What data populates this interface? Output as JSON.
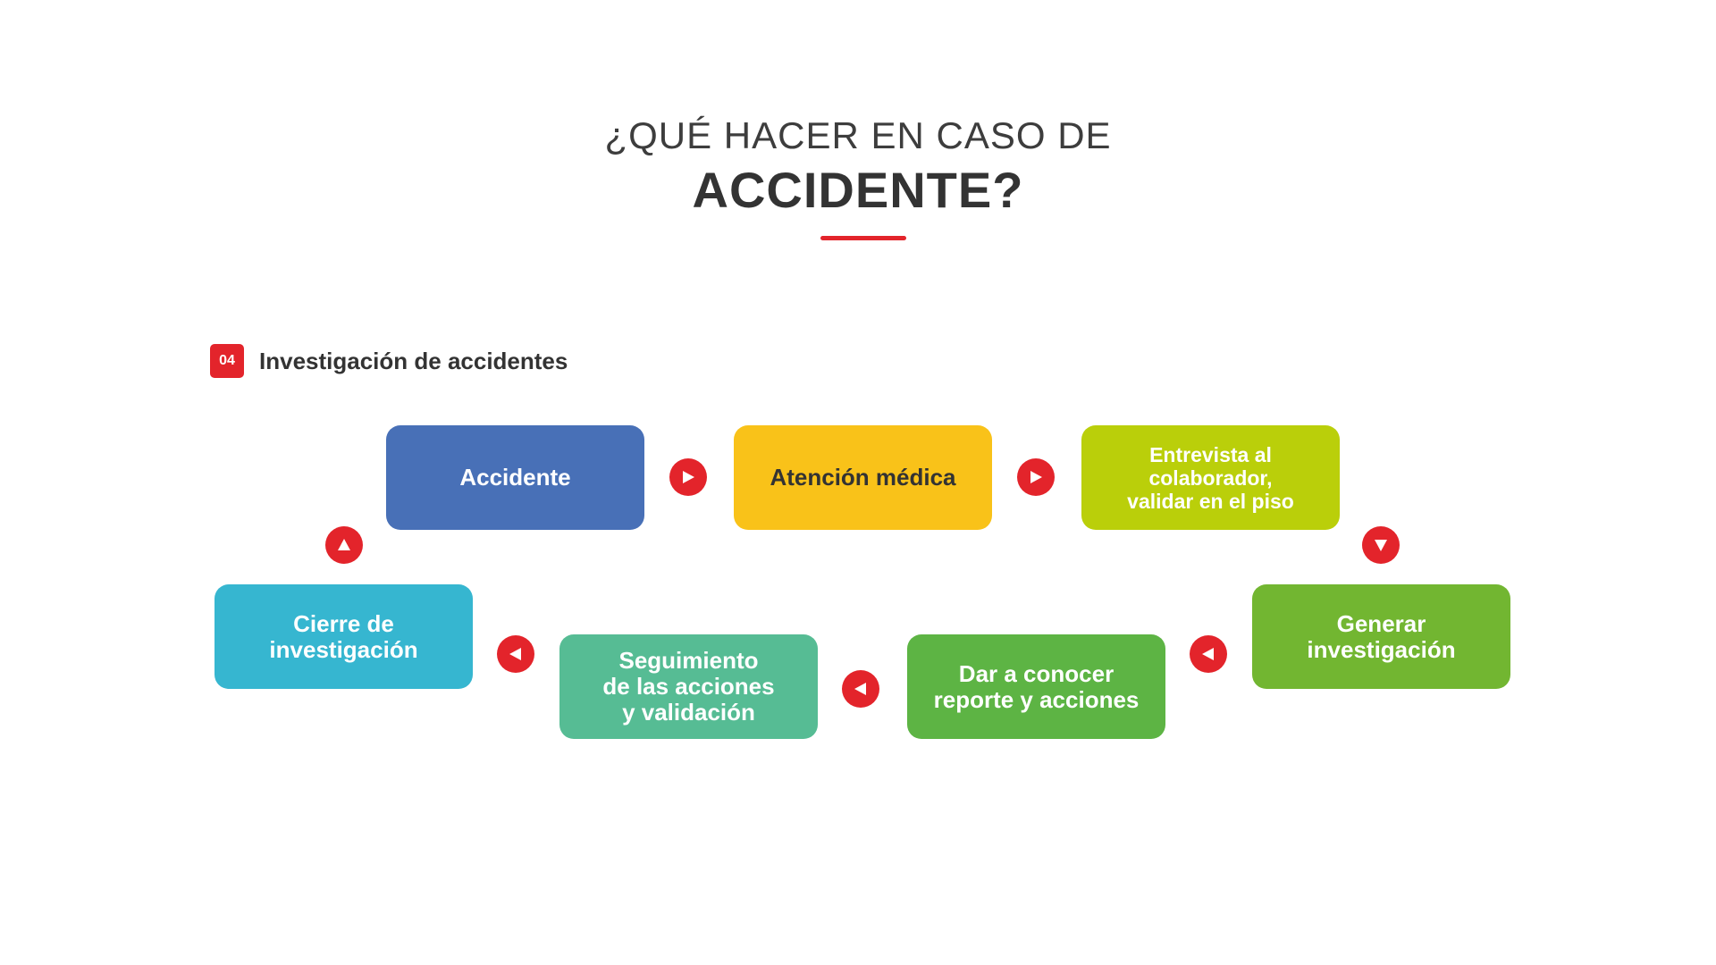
{
  "header": {
    "title_line1": "¿QUÉ HACER EN CASO DE",
    "title_line2": "ACCIDENTE?",
    "accent_color": "#e3242b"
  },
  "section": {
    "number": "04",
    "title": "Investigación de accidentes"
  },
  "steps": [
    {
      "label": "Accidente",
      "color": "#4870b7"
    },
    {
      "label": "Atención médica",
      "color": "#f9c219"
    },
    {
      "label": "Entrevista al\ncolaborador,\nvalidar en el piso",
      "color": "#bacf0a"
    },
    {
      "label": "Generar\ninvestigación",
      "color": "#72b631"
    },
    {
      "label": "Dar a conocer\nreporte y acciones",
      "color": "#5db444"
    },
    {
      "label": "Seguimiento\nde las acciones\ny validación",
      "color": "#56bc94"
    },
    {
      "label": "Cierre de\ninvestigación",
      "color": "#36b6d0"
    }
  ],
  "connectors": [
    {
      "from": "Accidente",
      "to": "Atención médica",
      "icon": "arrow-right-icon"
    },
    {
      "from": "Atención médica",
      "to": "Entrevista al colaborador",
      "icon": "arrow-right-icon"
    },
    {
      "from": "Entrevista al colaborador",
      "to": "Generar investigación",
      "icon": "arrow-down-icon"
    },
    {
      "from": "Generar investigación",
      "to": "Dar a conocer reporte y acciones",
      "icon": "arrow-left-icon"
    },
    {
      "from": "Dar a conocer reporte y acciones",
      "to": "Seguimiento de las acciones",
      "icon": "arrow-left-icon"
    },
    {
      "from": "Seguimiento de las acciones",
      "to": "Cierre de investigación",
      "icon": "arrow-left-icon"
    },
    {
      "from": "Cierre de investigación",
      "to": "Accidente",
      "icon": "arrow-up-icon"
    }
  ]
}
